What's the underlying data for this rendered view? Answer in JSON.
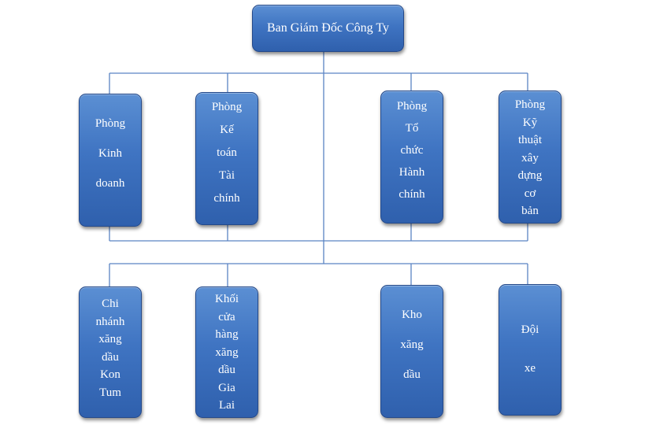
{
  "top": {
    "label": "Ban Giám Đốc Công Ty"
  },
  "row1": [
    {
      "lines": [
        "Phòng",
        "Kinh",
        "doanh"
      ]
    },
    {
      "lines": [
        "Phòng",
        "Kế",
        "toán",
        "Tài",
        "chính"
      ]
    },
    {
      "lines": [
        "Phòng",
        "Tổ",
        "chức",
        "Hành",
        "chính"
      ]
    },
    {
      "lines": [
        "Phòng",
        "Kỹ",
        "thuật",
        "xây",
        "dựng",
        "cơ",
        "bản"
      ]
    }
  ],
  "row2": [
    {
      "lines": [
        "Chi",
        "nhánh",
        "xăng",
        "dầu",
        "Kon",
        "Tum"
      ]
    },
    {
      "lines": [
        "Khối",
        "cửa",
        "hàng",
        "xăng",
        "dầu",
        "Gia",
        "Lai"
      ]
    },
    {
      "lines": [
        "Kho",
        "xăng",
        "dầu"
      ]
    },
    {
      "lines": [
        "Đội",
        "xe"
      ]
    }
  ],
  "colors": {
    "box": "#3f74c2",
    "line": "#5b84c4",
    "text": "#ffffff"
  }
}
